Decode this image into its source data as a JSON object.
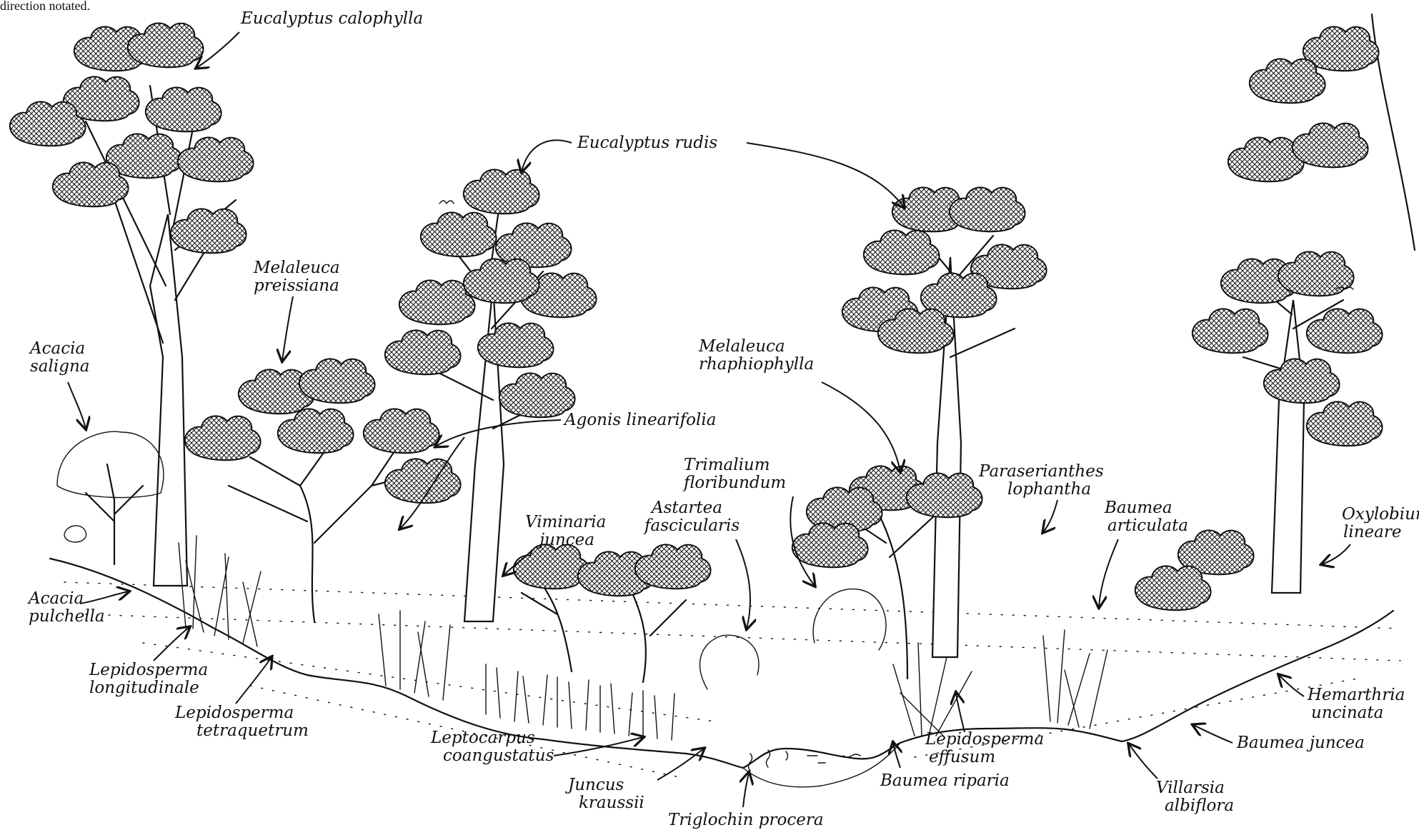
{
  "caption_fragment": "direction notated.",
  "labels": {
    "eucalyptus_calophylla": "Eucalyptus calophylla",
    "eucalyptus_rudis": "Eucalyptus rudis",
    "melaleuca_preissiana_1": "Melaleuca",
    "melaleuca_preissiana_2": "preissiana",
    "acacia_saligna_1": "Acacia",
    "acacia_saligna_2": "saligna",
    "melaleuca_rhaphiophylla_1": "Melaleuca",
    "melaleuca_rhaphiophylla_2": "rhaphiophylla",
    "agonis_linearifolia": "Agonis linearifolia",
    "trimalium_floribundum_1": "Trimalium",
    "trimalium_floribundum_2": "floribundum",
    "paraserianthes_lophantha_1": "Paraserianthes",
    "paraserianthes_lophantha_2": "lophantha",
    "viminaria_juncea_1": "Viminaria",
    "viminaria_juncea_2": "juncea",
    "astartea_fascicularis_1": "Astartea",
    "astartea_fascicularis_2": "fascicularis",
    "baumea_articulata_1": "Baumea",
    "baumea_articulata_2": "articulata",
    "oxylobium_lineare_1": "Oxylobium",
    "oxylobium_lineare_2": "lineare",
    "acacia_pulchella_1": "Acacia",
    "acacia_pulchella_2": "pulchella",
    "lepidosperma_longitudinale_1": "Lepidosperma",
    "lepidosperma_longitudinale_2": "longitudinale",
    "lepidosperma_tetraquetrum_1": "Lepidosperma",
    "lepidosperma_tetraquetrum_2": "tetraquetrum",
    "leptocarpus_coangustatus_1": "Leptocarpus",
    "leptocarpus_coangustatus_2": "coangustatus",
    "juncus_kraussii_1": "Juncus",
    "juncus_kraussii_2": "kraussii",
    "triglochin_procera": "Triglochin procera",
    "lepidosperma_effusum_1": "Lepidosperma",
    "lepidosperma_effusum_2": "effusum",
    "baumea_riparia": "Baumea riparia",
    "villarsia_albiflora_1": "Villarsia",
    "villarsia_albiflora_2": "albiflora",
    "hemarthria_uncinata_1": "Hemarthria",
    "hemarthria_uncinata_2": "uncinata",
    "baumea_juncea": "Baumea juncea"
  }
}
